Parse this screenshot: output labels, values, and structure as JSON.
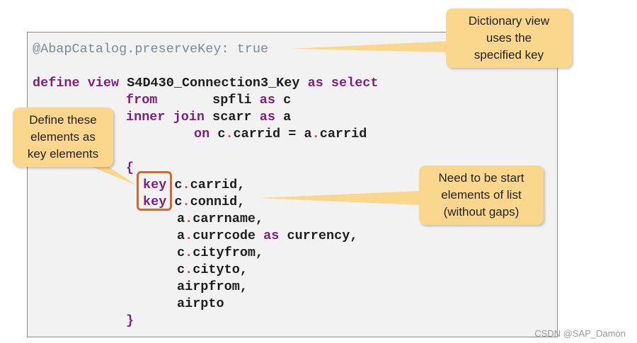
{
  "code": {
    "annotation": "@AbapCatalog.preserveKey: true",
    "define_kw": "define view",
    "view_name": "S4D430_Connection3_Key",
    "as_select_kw": "as select",
    "from_kw": "from",
    "table1": "spfli",
    "as_kw": "as",
    "alias1": "c",
    "inner_join_kw": "inner join",
    "table2": "scarr",
    "alias2": "a",
    "on_kw": "on",
    "cond_left_alias": "c",
    "cond_left_field": "carrid",
    "equals": "=",
    "cond_right_alias": "a",
    "cond_right_field": "carrid",
    "open_brace": "{",
    "key_kw": "key",
    "fields": [
      {
        "alias": "c",
        "field": "carrid",
        "suffix": ","
      },
      {
        "alias": "c",
        "field": "connid",
        "suffix": ","
      },
      {
        "alias": "a",
        "field": "carrname",
        "suffix": ","
      },
      {
        "alias": "a",
        "field": "currcode",
        "suffix": ""
      },
      {
        "alias": "c",
        "field": "cityfrom",
        "suffix": ","
      },
      {
        "alias": "c",
        "field": "cityto",
        "suffix": ","
      },
      {
        "field": "airpfrom",
        "suffix": ","
      },
      {
        "field": "airpto",
        "suffix": ""
      }
    ],
    "currency_alias": "currency",
    "currency_suffix": ",",
    "close_brace": "}"
  },
  "callouts": {
    "dictionary_view": [
      "Dictionary view",
      "uses the",
      "specified key"
    ],
    "define_key": [
      "Define these",
      "elements as",
      "key elements"
    ],
    "start_elements": [
      "Need to be start",
      "elements of list",
      "(without gaps)"
    ]
  },
  "colors": {
    "keyword": "#7f1f7a",
    "dot": "#c0504d",
    "annotation": "#7f8a96",
    "callout_bg": "#fad78c",
    "key_box_border": "#d06a2a",
    "panel_bg": "#f2f2f2"
  },
  "watermark": "CSDN @SAP_Damon"
}
